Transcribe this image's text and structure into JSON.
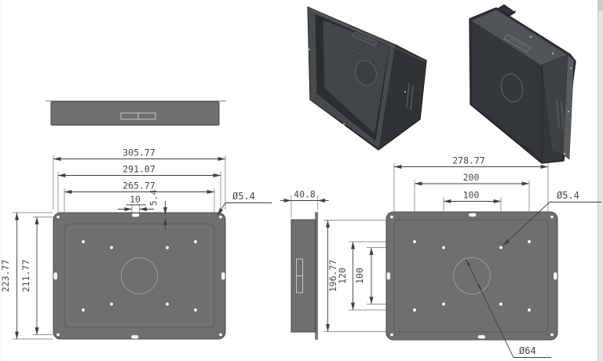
{
  "page": {
    "background": "#ffffff",
    "edge_strip_color": "#e2e4e6"
  },
  "palette": {
    "plate_gray": "#6d6f71",
    "plate_stroke": "#4a4c4e",
    "dim_line": "#3f3f3f",
    "dim_text": "#464646",
    "hole_white": "#ffffff",
    "iso_body": "#3a3d40",
    "iso_recess": "#2b2e31",
    "iso_top_face": "#515458",
    "iso_flange": "#474a4d"
  },
  "views": {
    "edge_top": {
      "name": "bottom-edge-view"
    },
    "iso_front": {
      "name": "isometric-front-view"
    },
    "iso_back": {
      "name": "isometric-back-view"
    },
    "front": {
      "name": "front-view",
      "dims": {
        "overall_width": "305.77",
        "hole_span_width": "291.07",
        "opening_width": "265.77",
        "slot_width": "10",
        "slot_offset": "5.4",
        "corner_hole_dia": "Ø5.4",
        "overall_height": "223.77",
        "hole_span_height": "211.77"
      }
    },
    "side": {
      "name": "side-view",
      "dims": {
        "depth": "40.8"
      }
    },
    "back": {
      "name": "back-view",
      "dims": {
        "body_width": "278.77",
        "vesa_width_outer": "200",
        "vesa_width_inner": "100",
        "body_height": "196.77",
        "vesa_height_outer": "120",
        "vesa_height_inner": "100",
        "vesa_hole_dia": "Ø5.4",
        "center_hole_dia": "Ø64"
      }
    }
  }
}
